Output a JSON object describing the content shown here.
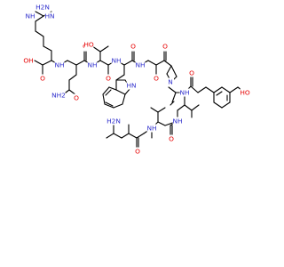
{
  "diagram": {
    "type": "skeletal-structure",
    "colors": {
      "bond": "#000000",
      "N": "#2d2dcc",
      "O": "#e60000",
      "C": "#000000"
    },
    "labels": {
      "h2n_top": "H2N",
      "nh_top": "NH",
      "hn_top": "HN",
      "oh_acid": "OH",
      "o_acid": "O",
      "nh2_amide": "NH2",
      "o_amide": "O",
      "nh_gln": "NH",
      "o_gln": "O",
      "nh_thr": "NH",
      "oh_thr": "HO",
      "o_thr": "O",
      "nh_trp": "NH",
      "o_trp": "O",
      "hn_indole": "HN",
      "nh_pro": "NH",
      "n_pro": "N",
      "o_pro": "O",
      "o_pro2": "O",
      "nh_tyr": "NH",
      "oh_tyr": "HO",
      "o_tyr": "O",
      "nh_val1": "NH",
      "o_val1": "O",
      "nh_val2": "NH",
      "o_val2": "O",
      "h2n_leu": "H2N"
    }
  }
}
